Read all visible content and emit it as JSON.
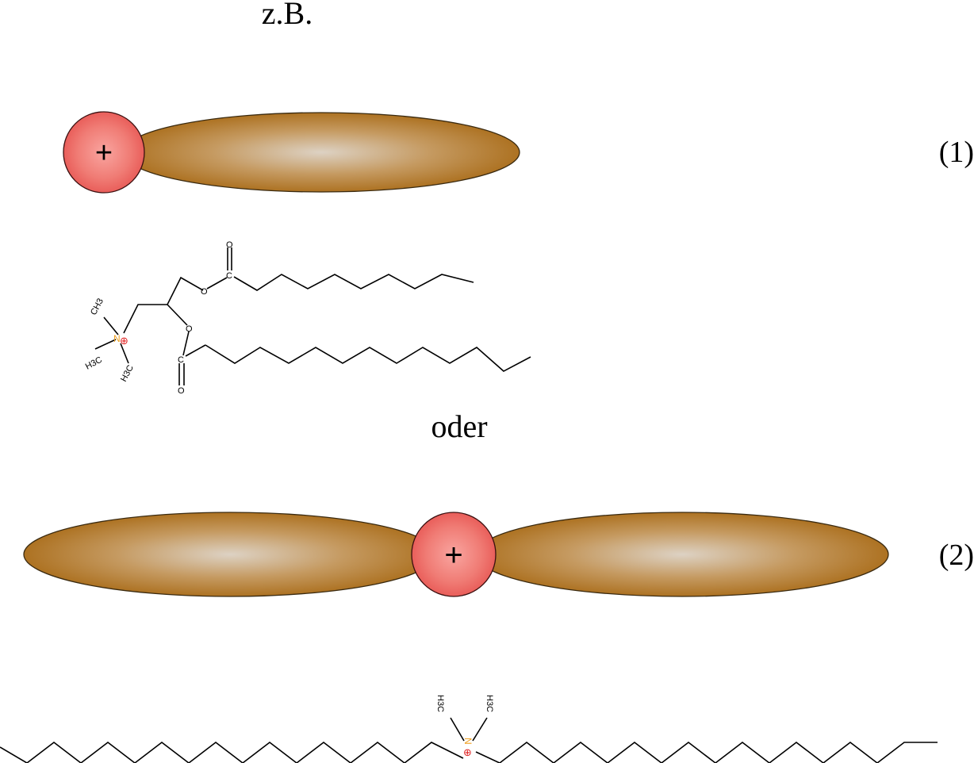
{
  "labels": {
    "example": "z.B.",
    "or": "oder",
    "eq1": "(1)",
    "eq2": "(2)"
  },
  "head_symbol": "+",
  "molecule1": {
    "methyl_top": "CH3",
    "methyl_left": "H3C",
    "methyl_bottom": "H3C",
    "nitrogen": "N",
    "charge": "⊕",
    "oxygen": "O",
    "carbon": "C"
  },
  "molecule2": {
    "methyl_left": "H3C",
    "methyl_right": "H3C",
    "nitrogen": "N",
    "charge": "⊕"
  },
  "colors": {
    "head": "#ef6b68",
    "tail": "#b4792c",
    "nitrogen": "#f0a020",
    "charge": "#e02020"
  }
}
